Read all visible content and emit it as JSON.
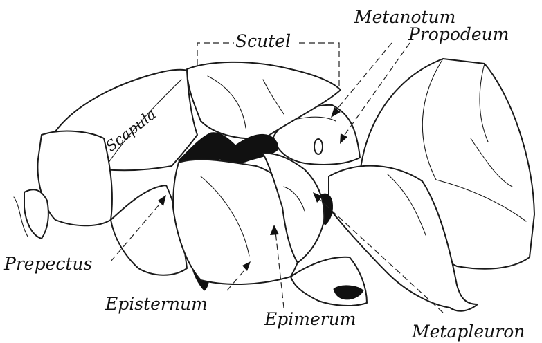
{
  "figure": {
    "labels": {
      "scutel": "Scutel",
      "metanotum": "Metanotum",
      "propodeum": "Propodeum",
      "scapula": "Scapula",
      "prepectus": "Prepectus",
      "episternum": "Episternum",
      "epimerum": "Epimerum",
      "metapleuron": "Metapleuron"
    }
  }
}
